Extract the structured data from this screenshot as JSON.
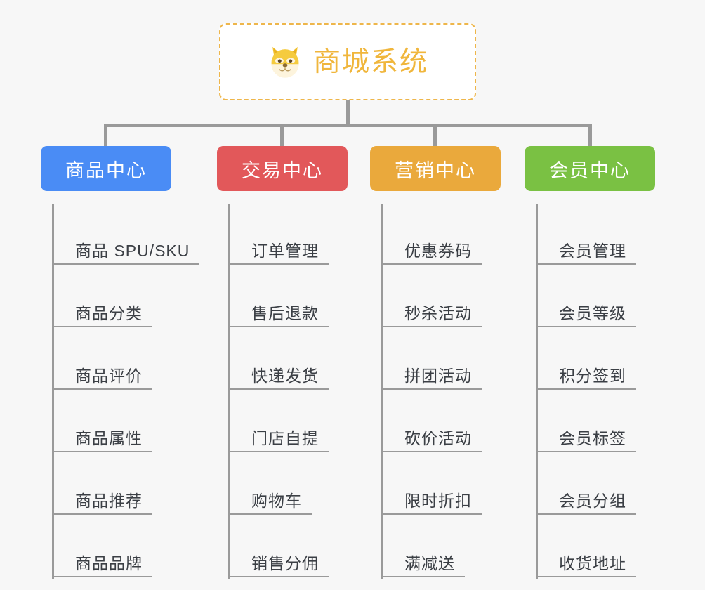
{
  "background_color": "#f7f7f7",
  "root": {
    "title": "商城系统",
    "icon": "shiba-dog-emoji",
    "text_color": "#f0b63c",
    "border_color": "#eeb64b",
    "background": "#ffffff"
  },
  "connector_color": "#9a9a9a",
  "columns": [
    {
      "id": "product-center",
      "header": "商品中心",
      "color": "#4a8cf5",
      "items": [
        "商品 SPU/SKU",
        "商品分类",
        "商品评价",
        "商品属性",
        "商品推荐",
        "商品品牌"
      ]
    },
    {
      "id": "trade-center",
      "header": "交易中心",
      "color": "#e2585a",
      "items": [
        "订单管理",
        "售后退款",
        "快递发货",
        "门店自提",
        "购物车",
        "销售分佣"
      ]
    },
    {
      "id": "marketing-center",
      "header": "营销中心",
      "color": "#eaa93c",
      "items": [
        "优惠券码",
        "秒杀活动",
        "拼团活动",
        "砍价活动",
        "限时折扣",
        "满减送"
      ]
    },
    {
      "id": "member-center",
      "header": "会员中心",
      "color": "#7ac143",
      "items": [
        "会员管理",
        "会员等级",
        "积分签到",
        "会员标签",
        "会员分组",
        "收货地址"
      ]
    }
  ]
}
